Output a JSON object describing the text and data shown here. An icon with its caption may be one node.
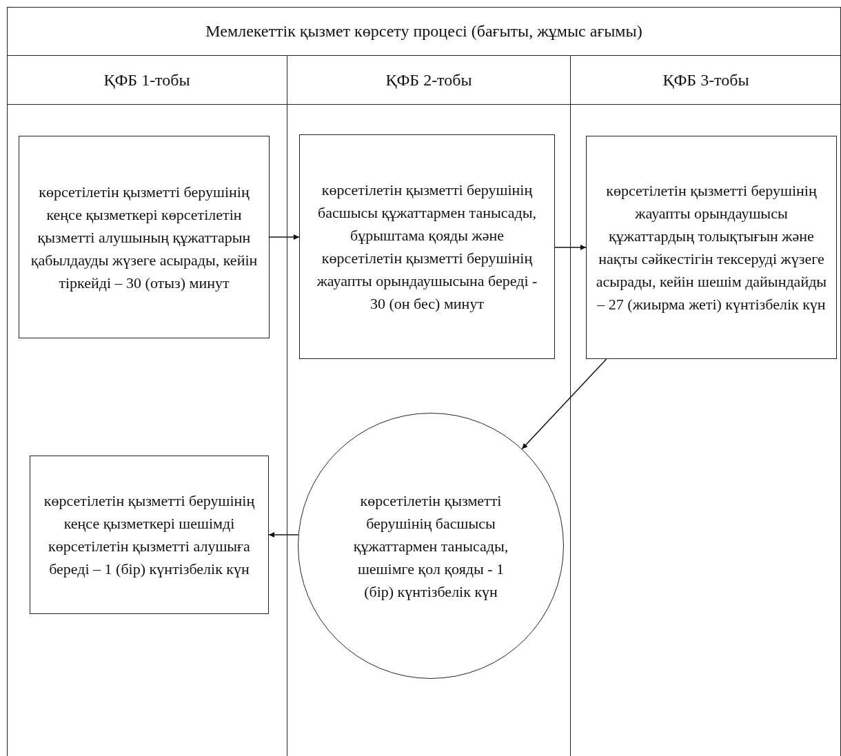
{
  "diagram": {
    "title": "Мемлекеттік қызмет көрсету процесі (бағыты, жұмыс ағымы)",
    "nodes": [
      {
        "text": [
          "ҚФБ 1-тобы"
        ]
      },
      {
        "text": [
          "ҚФБ 2-тобы"
        ]
      },
      {
        "text": [
          "ҚФБ 3-тобы"
        ]
      },
      {
        "text": [
          "көрсетілетін қызметті берушінің кеңсе қызметкері көрсетілетін қызметті алушының құжаттарын қабылдауды жүзеге асырады, кейін тіркейді – 30 (отыз) минут"
        ],
        "in": 0
      },
      {
        "text": [
          "көрсетілетін қызметті берушінің басшысы құжаттармен танысады, бұрыштама қояды және көрсетілетін қызметті берушінің жауапты орындаушысына береді - 30 (он бес) минут"
        ],
        "in": 1
      },
      {
        "text": [
          "көрсетілетін қызметті берушінің жауапты орындаушысы құжаттардың толықтығын және нақты сәйкестігін тексеруді жүзеге асырады, кейін шешім дайындайды – 27 (жиырма жеті) күнтізбелік күн"
        ],
        "in": 2
      },
      {
        "text": [
          "көрсетілетін қызметті берушінің басшысы құжаттармен танысады, шешімге қол қояды - 1 (бір) күнтізбелік күн"
        ],
        "in": 1
      },
      {
        "text": [
          "көрсетілетін қызметті берушінің кеңсе қызметкері шешімді көрсетілетін қызметті алушыға береді – 1 (бір) күнтізбелік күн"
        ],
        "in": 0
      }
    ],
    "edges": [
      {
        "from": 3,
        "to": 4,
        "arrow": "to"
      },
      {
        "from": 4,
        "to": 5,
        "arrow": "to"
      },
      {
        "from": 5,
        "to": 6,
        "arrow": "to"
      },
      {
        "from": 6,
        "to": 7,
        "arrow": "to"
      }
    ]
  }
}
